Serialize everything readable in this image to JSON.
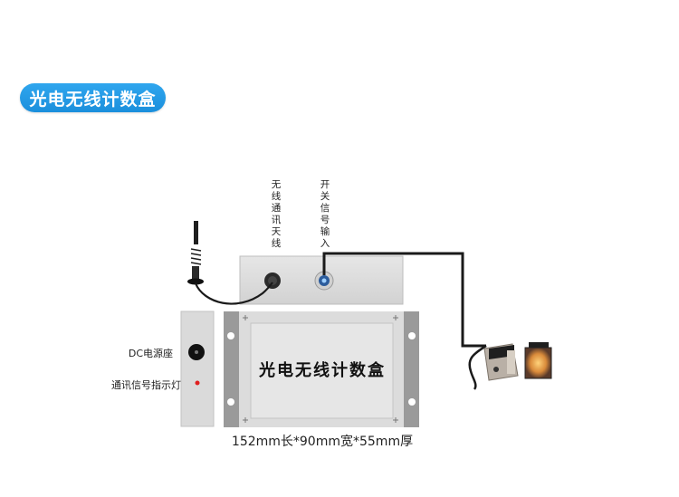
{
  "title": "光电无线计数盒",
  "labels": {
    "antenna": "无线通讯天线",
    "signal_input": "开关信号输入",
    "dc_socket": "DC电源座",
    "indicator": "通讯信号指示灯",
    "box_face": "光电无线计数盒",
    "dimensions": "152mm长*90mm宽*55mm厚"
  },
  "icons": [
    "antenna-icon",
    "photoelectric-sensor-icon",
    "reflector-icon",
    "dc-socket-icon",
    "indicator-led-icon"
  ],
  "colors": {
    "title_bg": "#1b8fdc",
    "box_body": "#d9d9d9",
    "bracket": "#9a9a9a",
    "led": "#e02020",
    "cable": "#1a1a1a"
  }
}
